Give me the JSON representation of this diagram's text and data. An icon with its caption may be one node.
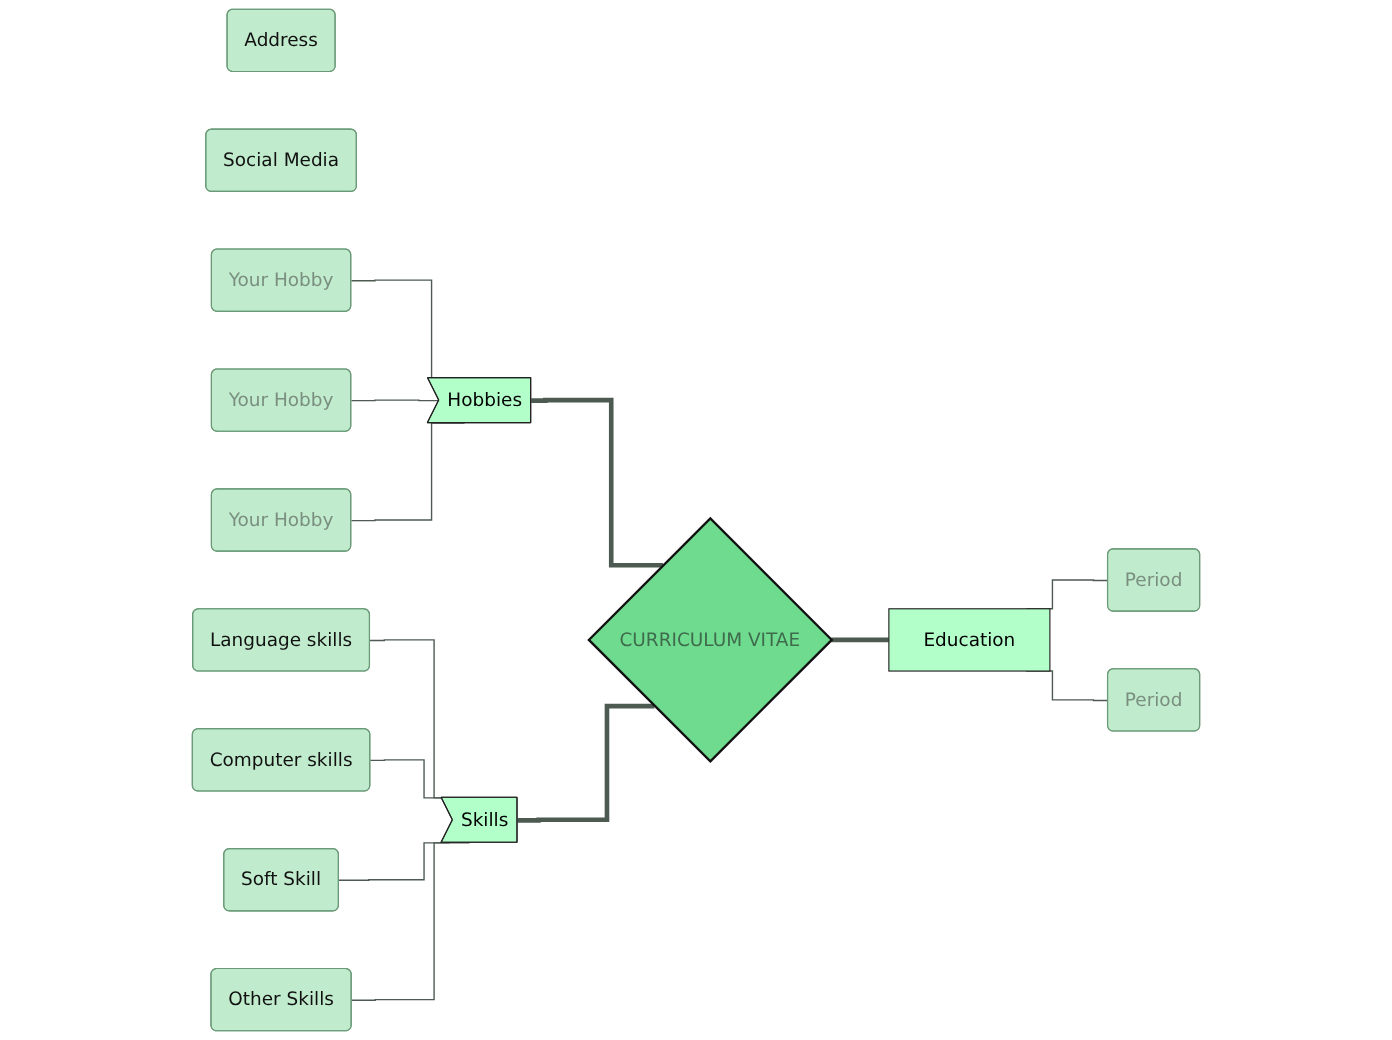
{
  "diagram": {
    "nodes": [
      {
        "text": [
          "Address"
        ]
      },
      {
        "text": [
          "Social Media"
        ]
      },
      {
        "text": [
          "Your Hobby"
        ]
      },
      {
        "text": [
          "Your Hobby"
        ]
      },
      {
        "text": [
          "Your Hobby"
        ]
      },
      {
        "text": [
          "Hobbies"
        ]
      },
      {
        "text": [
          "CURRICULUM VITAE"
        ]
      },
      {
        "text": [
          "Language skills"
        ]
      },
      {
        "text": [
          "Computer skills"
        ]
      },
      {
        "text": [
          "Soft Skill"
        ]
      },
      {
        "text": [
          "Other Skills"
        ]
      },
      {
        "text": [
          "Skills"
        ]
      },
      {
        "text": [
          "Education"
        ]
      },
      {
        "text": [
          "Period"
        ]
      },
      {
        "text": [
          "Period"
        ]
      }
    ],
    "edges": [
      {
        "from": 2,
        "to": 5,
        "arrow": "none"
      },
      {
        "from": 3,
        "to": 5,
        "arrow": "none"
      },
      {
        "from": 4,
        "to": 5,
        "arrow": "none"
      },
      {
        "from": 5,
        "to": 6,
        "arrow": "none",
        "style": "thick"
      },
      {
        "from": 7,
        "to": 11,
        "arrow": "none"
      },
      {
        "from": 8,
        "to": 11,
        "arrow": "none"
      },
      {
        "from": 9,
        "to": 11,
        "arrow": "none"
      },
      {
        "from": 10,
        "to": 11,
        "arrow": "none"
      },
      {
        "from": 11,
        "to": 6,
        "arrow": "none",
        "style": "thick"
      },
      {
        "from": 6,
        "to": 12,
        "arrow": "none",
        "style": "thick"
      },
      {
        "from": 12,
        "to": 13,
        "arrow": "none"
      },
      {
        "from": 12,
        "to": 14,
        "arrow": "none"
      }
    ]
  }
}
